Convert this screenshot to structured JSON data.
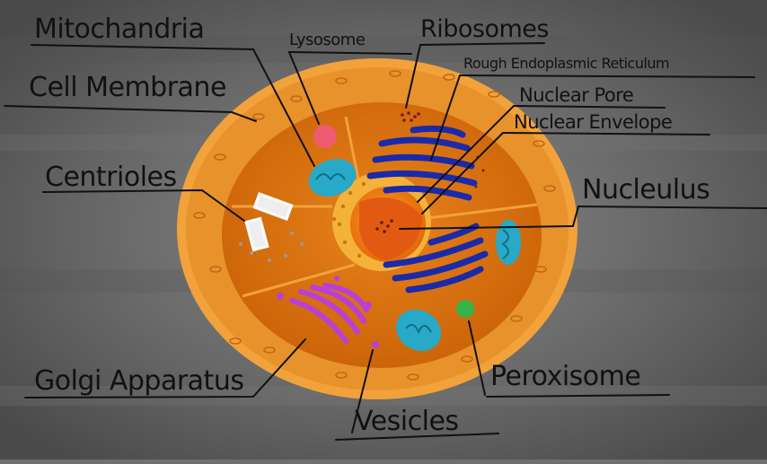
{
  "labels": {
    "mitochondria": "Mitochandria",
    "cell_membrane": "Cell Membrane",
    "lysosome": "Lysosome",
    "ribosomes": "Ribosomes",
    "rough_er": "Rough Endoplasmic Reticulum",
    "nuclear_pore": "Nuclear Pore",
    "nuclear_envelope": "Nuclear Envelope",
    "nucleolus": "Nucleulus",
    "centrioles": "Centrioles",
    "golgi": "Golgi Apparatus",
    "vesicles": "Vesicles",
    "peroxisome": "Peroxisome"
  },
  "colors": {
    "background": "#6f6f6f",
    "membrane": "#f5a030",
    "cytoplasm": "#e07812",
    "nucleus": "#ff8a10",
    "nucleolus": "#e25a12",
    "er": "#1b2aa8",
    "golgi": "#b93fd6",
    "mitochondria": "#27a9c7",
    "lysosome": "#ef5b6f",
    "peroxisome": "#36b24a",
    "ink": "#111111"
  }
}
